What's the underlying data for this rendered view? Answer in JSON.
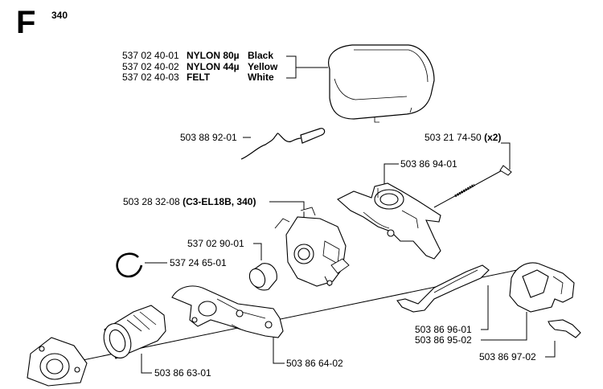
{
  "header": {
    "section_letter": "F",
    "section_code": "340"
  },
  "air_filters": [
    {
      "part_no": "537 02 40-01",
      "material": "NYLON 80µ",
      "color": "Black"
    },
    {
      "part_no": "537 02 40-02",
      "material": "NYLON 44µ",
      "color": "Yellow"
    },
    {
      "part_no": "537 02 40-03",
      "material": "FELT",
      "color": "White"
    }
  ],
  "labels": {
    "choke_rod": "503 88 92-01",
    "screw": "503 21 74-50",
    "screw_qty": "(x2)",
    "carb_holder": "503 86 94-01",
    "carburettor": "503 28 32-08",
    "carburettor_note": "(C3-EL18B, 340)",
    "sleeve": "537 02 90-01",
    "snap_ring": "537 24 65-01",
    "throttle_lever": "503 86 96-01",
    "lever": "503 86 95-02",
    "spring": "503 86 97-02",
    "intake_boot": "503 86 63-01",
    "flange": "503 86 64-02"
  }
}
